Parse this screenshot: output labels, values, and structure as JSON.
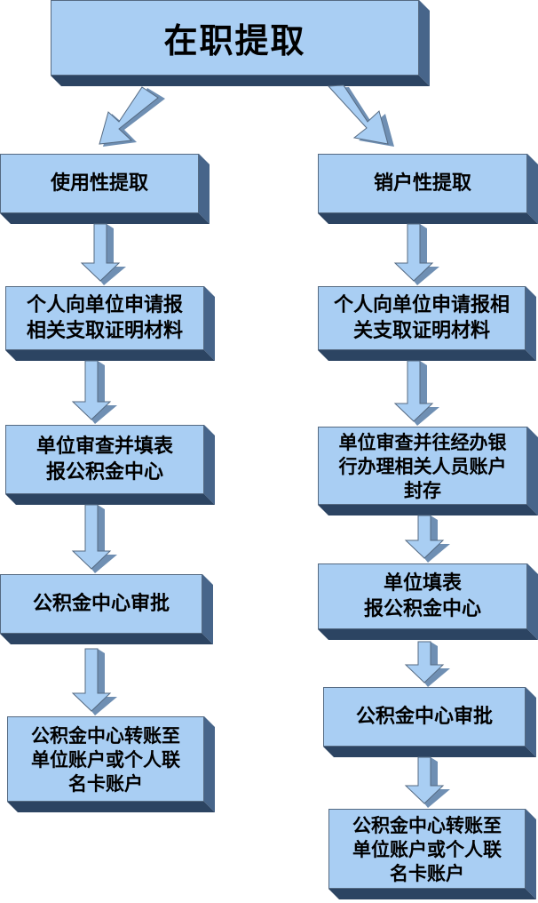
{
  "title": "在职提取",
  "left": {
    "header": "使用性提取",
    "steps": [
      "个人向单位申请报\n相关支取证明材料",
      "单位审查并填表\n报公积金中心",
      "公积金中心审批",
      "公积金中心转账至\n单位账户或个人联\n名卡账户"
    ]
  },
  "right": {
    "header": "销户性提取",
    "steps": [
      "个人向单位申请报相\n关支取证明材料",
      "单位审查并往经办银\n行办理相关人员账户\n封存",
      "单位填表\n报公积金中心",
      "公积金中心审批",
      "公积金中心转账至\n单位账户或个人联\n名卡账户"
    ]
  },
  "colors": {
    "box_front": "#a9cef3",
    "box_side": "#47658a",
    "box_bottom": "#2c4462",
    "arrow_face": "#a9cef3",
    "arrow_side": "#6f8fb3"
  }
}
